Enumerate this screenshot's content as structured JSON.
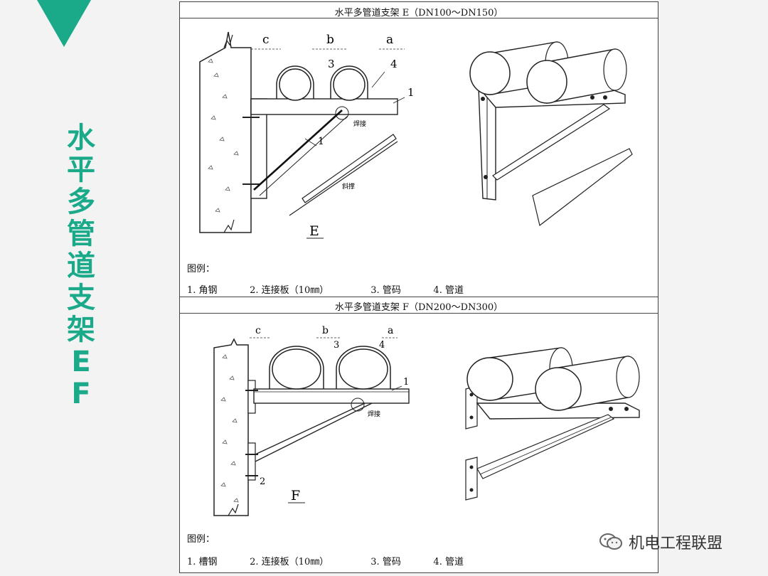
{
  "side_title": [
    "水",
    "平",
    "多",
    "管",
    "道",
    "支",
    "架",
    "E",
    "F"
  ],
  "panel_e": {
    "title": "水平多管道支架 E（DN100～DN150）",
    "spacing_labels": [
      "c",
      "b",
      "a"
    ],
    "callouts": [
      "3",
      "4",
      "1",
      "1"
    ],
    "weld_label": "焊接",
    "brace_label": "斜撑",
    "figure_letter": "E",
    "legend_header": "图例：",
    "legend": [
      "1. 角钢",
      "2. 连接板（10㎜）",
      "3. 管码",
      "4. 管道"
    ]
  },
  "panel_f": {
    "title": "水平多管道支架 F（DN200～DN300）",
    "spacing_labels": [
      "c",
      "b",
      "a"
    ],
    "callouts": [
      "3",
      "4",
      "1",
      "2"
    ],
    "weld_label": "焊接",
    "figure_letter": "F",
    "legend_header": "图例：",
    "legend": [
      "1. 槽钢",
      "2. 连接板（10㎜）",
      "3. 管码",
      "4. 管道"
    ]
  },
  "watermark": {
    "text": "机电工程联盟",
    "icon": "wechat-icon"
  },
  "colors": {
    "accent": "#1aaa8a"
  }
}
